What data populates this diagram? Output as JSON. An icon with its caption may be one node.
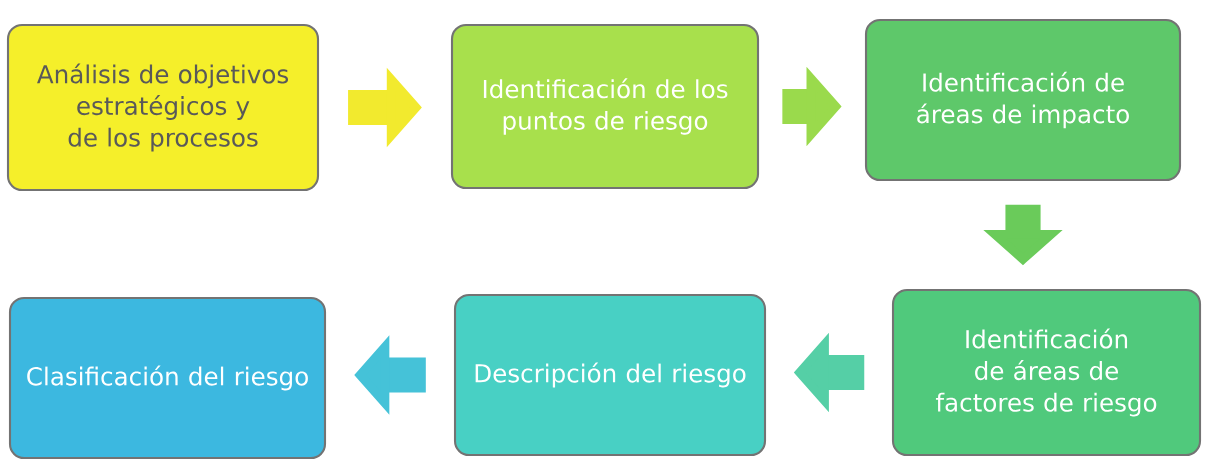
{
  "diagram": {
    "nodes": [
      {
        "text": [
          "Análisis de objetivos estratégicos y de los procesos"
        ]
      },
      {
        "text": [
          "Identificación de los puntos de riesgo"
        ]
      },
      {
        "text": [
          "Identificación de áreas de impacto"
        ]
      },
      {
        "text": [
          "Identificación de áreas de factores de riesgo"
        ]
      },
      {
        "text": [
          "Descripción del riesgo"
        ]
      },
      {
        "text": [
          "Clasificación del riesgo"
        ]
      }
    ],
    "edges": [
      {
        "from": 0,
        "to": 1,
        "arrow": "to",
        "color": "#f2ea2e"
      },
      {
        "from": 1,
        "to": 2,
        "arrow": "to",
        "color": "#9ada4c"
      },
      {
        "from": 2,
        "to": 3,
        "arrow": "to",
        "color": "#6acb5a"
      },
      {
        "from": 3,
        "to": 4,
        "arrow": "to",
        "color": "#55cfa6"
      },
      {
        "from": 4,
        "to": 5,
        "arrow": "to",
        "color": "#45c2d8"
      }
    ]
  }
}
